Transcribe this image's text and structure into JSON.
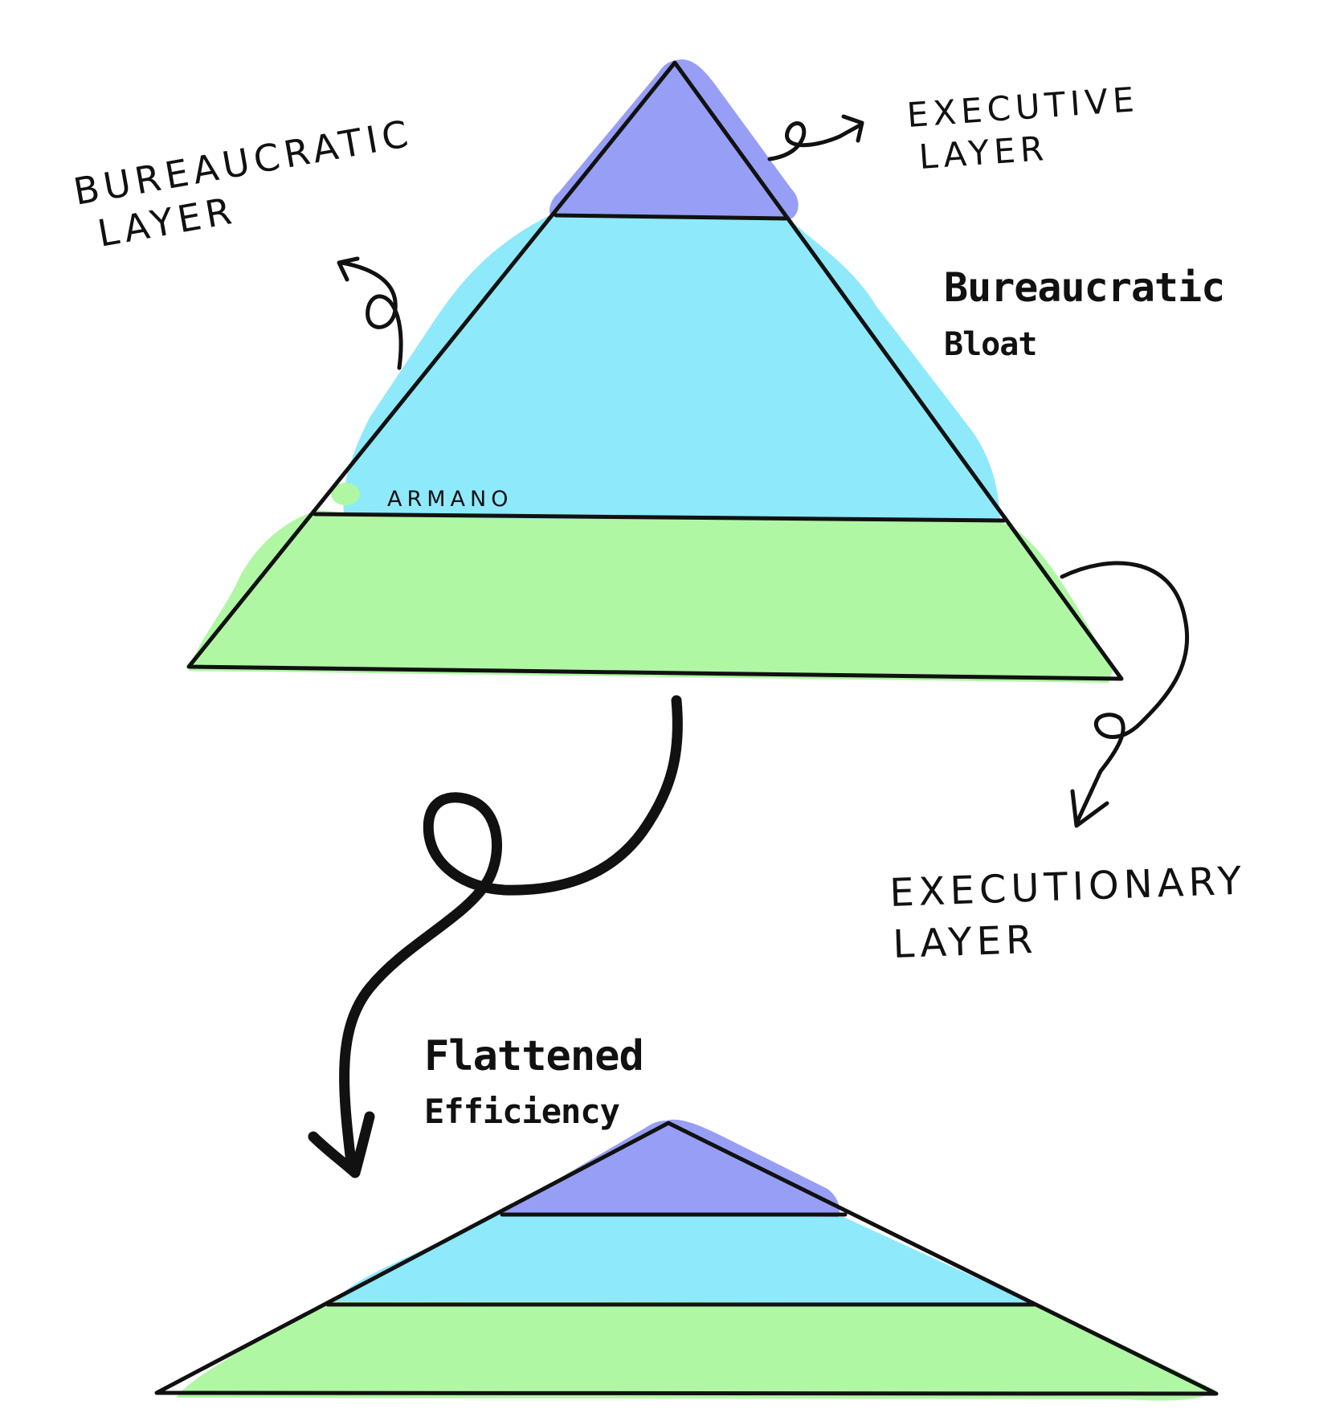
{
  "labels": {
    "executive_layer": [
      "EXECUTIVE",
      "LAYER"
    ],
    "bureaucratic_layer": [
      "BUREAUCRATIC",
      "LAYER"
    ],
    "bureaucratic_bloat": [
      "Bureaucratic",
      "Bloat"
    ],
    "executionary_layer": [
      "EXECUTIONARY",
      "LAYER"
    ],
    "flattened_efficiency": [
      "Flattened",
      "Efficiency"
    ],
    "signature": "ARMANO"
  },
  "colors": {
    "executive": "#979ef5",
    "bureaucratic": "#8ee9fb",
    "executionary": "#b0f7a4",
    "line": "#111111"
  }
}
